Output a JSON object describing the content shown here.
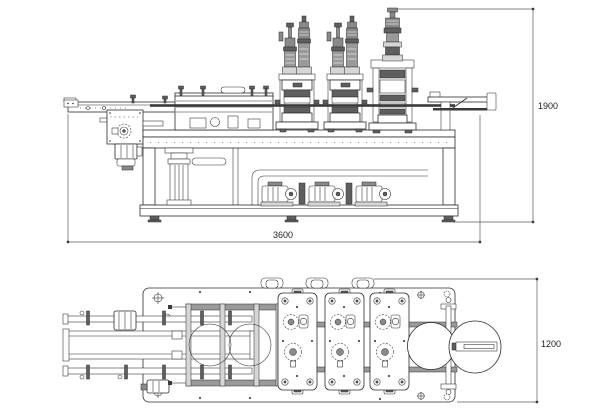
{
  "drawing": {
    "background_color": "#ffffff",
    "line_color": "#2b2b2b",
    "views": {
      "side_elevation": {
        "dimensions": {
          "height_label": "1900",
          "length_label": "3600"
        }
      },
      "top_plan": {
        "dimensions": {
          "width_label": "1200"
        }
      }
    }
  }
}
